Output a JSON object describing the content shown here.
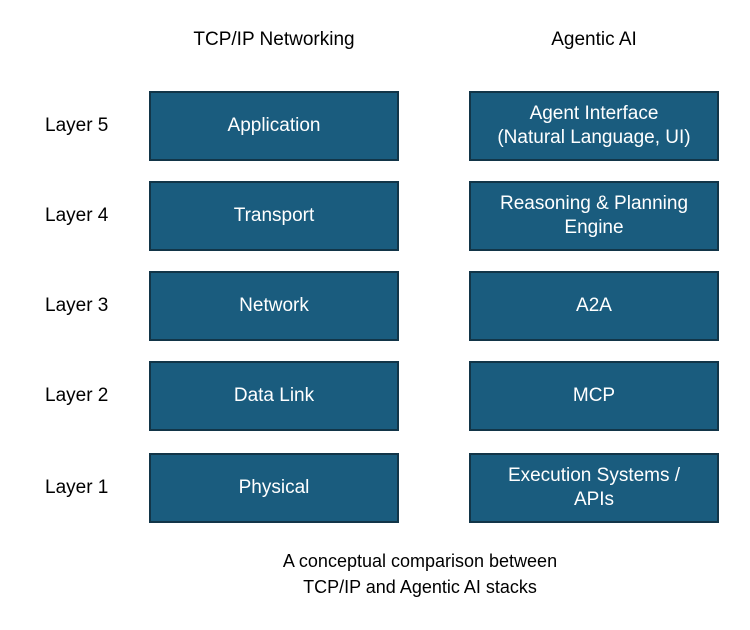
{
  "columns": {
    "left_heading": "TCP/IP Networking",
    "right_heading": "Agentic AI"
  },
  "colors": {
    "box_fill": "#1A5C7E",
    "box_border": "#123548",
    "box_text": "#FFFFFF",
    "background": "#FFFFFF",
    "label_text": "#000000"
  },
  "rows": [
    {
      "layer_label": "Layer 5",
      "left_box": "Application",
      "right_box": "Agent Interface\n(Natural Language, UI)"
    },
    {
      "layer_label": "Layer 4",
      "left_box": "Transport",
      "right_box": "Reasoning & Planning\nEngine"
    },
    {
      "layer_label": "Layer 3",
      "left_box": "Network",
      "right_box": "A2A"
    },
    {
      "layer_label": "Layer 2",
      "left_box": "Data Link",
      "right_box": "MCP"
    },
    {
      "layer_label": "Layer 1",
      "left_box": "Physical",
      "right_box": "Execution Systems /\nAPIs"
    }
  ],
  "caption": "A conceptual comparison between\nTCP/IP and Agentic AI stacks"
}
